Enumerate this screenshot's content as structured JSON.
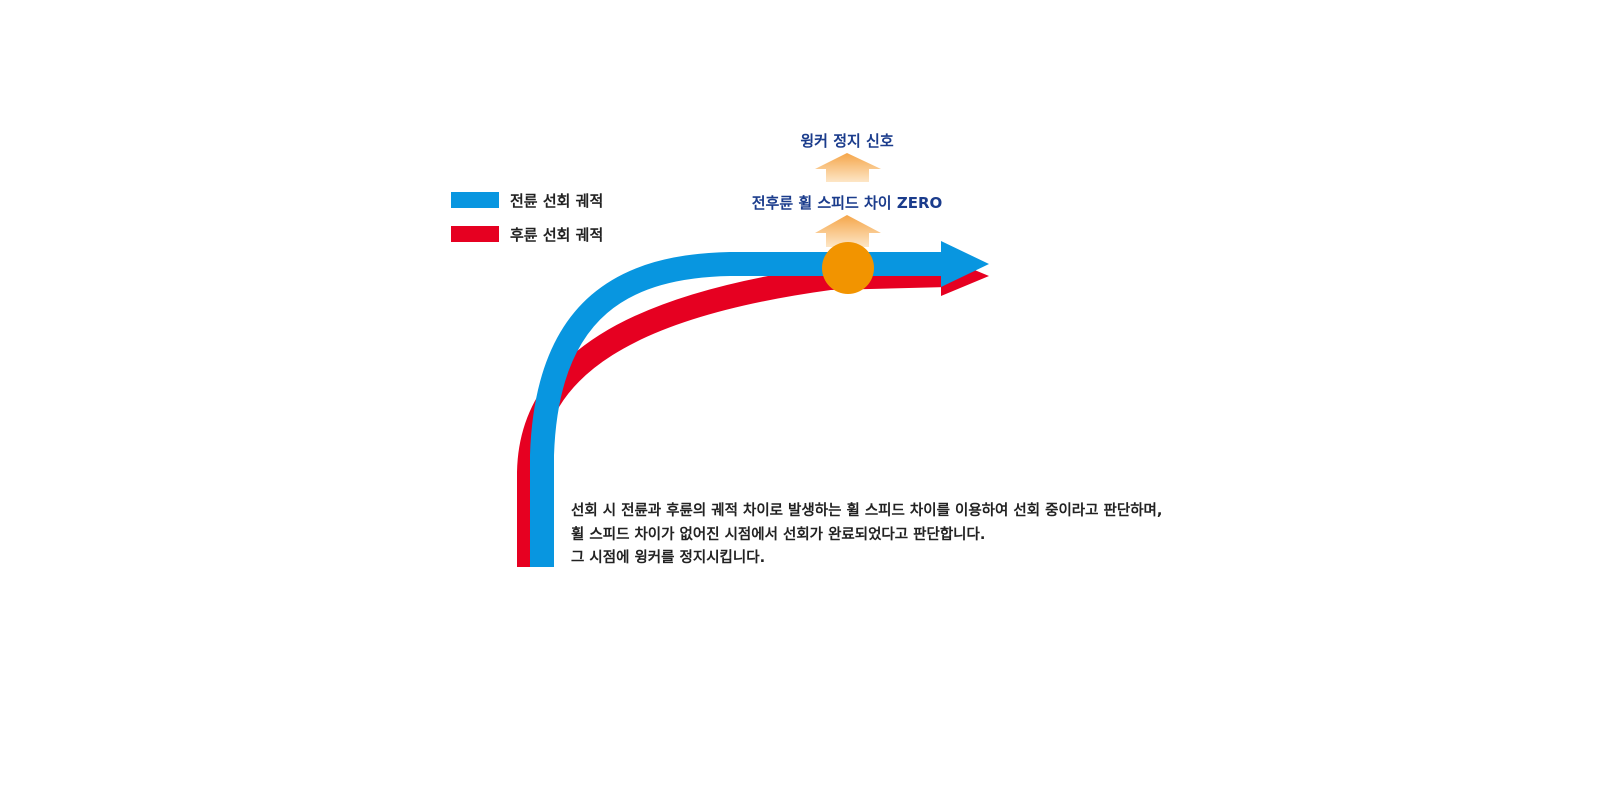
{
  "legend": {
    "items": [
      {
        "label": "전륜 선회 궤적",
        "color": "#0896e0"
      },
      {
        "label": "후륜 선회 궤적",
        "color": "#e60021"
      }
    ]
  },
  "signals": {
    "stop_signal": "윙커 정지 신호",
    "speed_diff": "전후륜 휠 스피드 차이 ZERO"
  },
  "description": {
    "lines": [
      "선회 시 전륜과 후륜의 궤적 차이로 발생하는 휠 스피드 차이를 이용하여 선회 중이라고 판단하며,",
      "휠 스피드 차이가 없어진 시점에서 선회가 완료되었다고 판단합니다.",
      "그 시점에 윙커를 정지시킵니다."
    ]
  },
  "colors": {
    "front_track": "#0896e0",
    "rear_track": "#e60021",
    "marker": "#f29400",
    "arrow_gradient_top": "#f5a64a",
    "arrow_gradient_bottom": "#fde6c6",
    "signal_text": "#1b3c8c"
  }
}
